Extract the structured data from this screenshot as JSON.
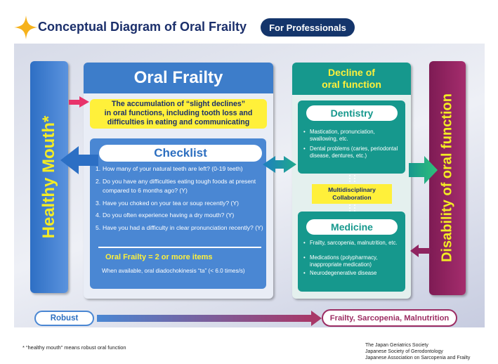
{
  "header": {
    "title": "Conceptual Diagram of Oral Frailty",
    "badge": "For Professionals",
    "star_color": "#f6b21b"
  },
  "left_bar": {
    "label": "Healthy Mouth*",
    "color": "#3f7fd0"
  },
  "right_bar": {
    "label": "Disability of oral function",
    "color": "#8f2460"
  },
  "oral_frailty": {
    "title": "Oral Frailty",
    "accumulation": [
      "The accumulation of “slight declines”",
      "in oral functions, including tooth loss and",
      "difficulties in eating and communicating"
    ],
    "checklist_title": "Checklist",
    "checklist": [
      {
        "num": "1.",
        "text": "How many of your natural teeth are left? (0-19 teeth)"
      },
      {
        "num": "2.",
        "text": "Do you have any difficulties eating tough foods at present compared to 6 months ago? (Y)"
      },
      {
        "num": "3.",
        "text": "Have you choked on your tea or soup recently?  (Y)"
      },
      {
        "num": "4.",
        "text": "Do you often experience having a dry mouth? (Y)"
      },
      {
        "num": "5.",
        "text": "Have you had a difficulty in clear pronunciation recently? (Y)"
      }
    ],
    "criterion": "Oral Frailty = 2 or more items",
    "diadochokinesis": "When available, oral diadochokinesis “ta”  (< 6.0 times/s)"
  },
  "decline": {
    "title_line1": "Decline of",
    "title_line2": "oral function",
    "dentistry": {
      "title": "Dentistry",
      "items": [
        "Mastication, pronunciation, swallowing, etc.",
        "Dental problems (caries, periodontal disease, dentures, etc.)"
      ]
    },
    "collaboration": [
      "Multidisciplinary",
      "Collaboration"
    ],
    "medicine": {
      "title": "Medicine",
      "items": [
        "Frailty, sarcopenia, malnutrition, etc.",
        "Medications (polypharmacy, inappropriate medication)",
        "Neurodegenerative disease"
      ]
    }
  },
  "bottom": {
    "robust": "Robust",
    "frailty": "Frailty, Sarcopenia, Malnutrition"
  },
  "footnote": "* “healthy mouth” means robust oral function",
  "organizations": [
    "The Japan Geriatrics Society",
    "Japanese Society of Gerodontology",
    "Japanese Association on Sarcopenia and Frailty"
  ]
}
